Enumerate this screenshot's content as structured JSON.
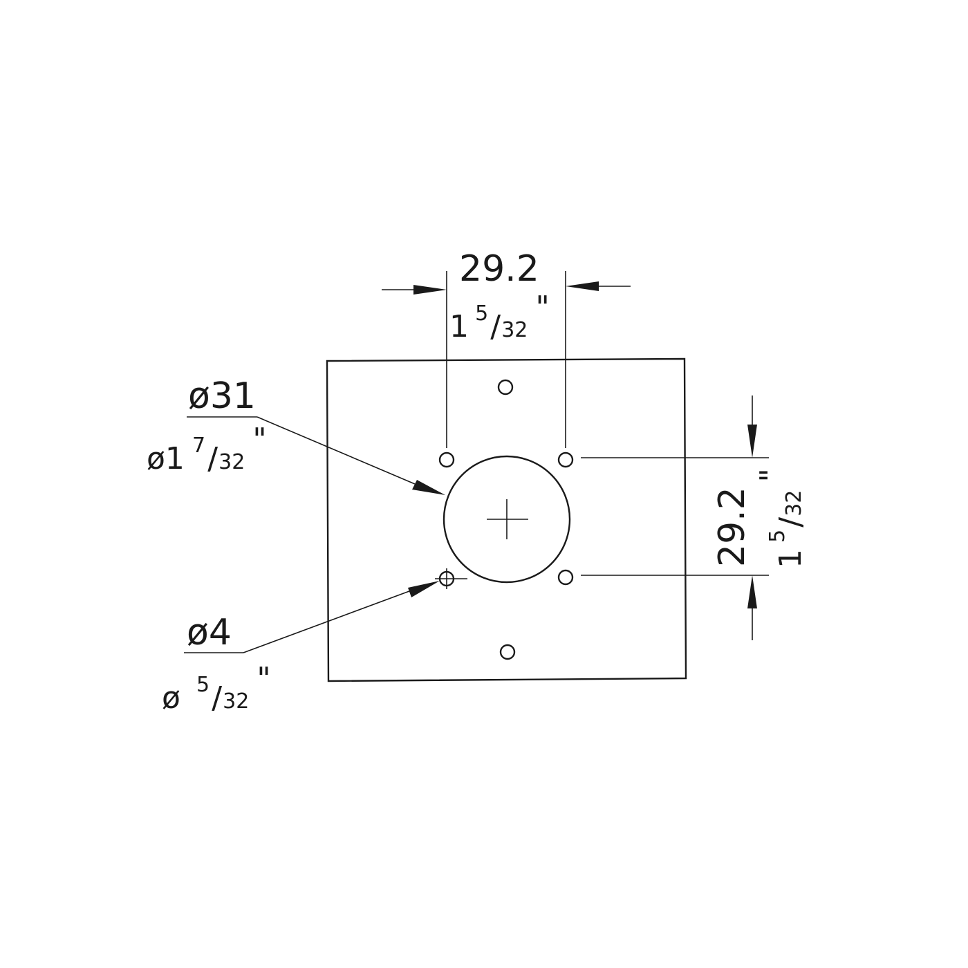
{
  "dimensions": {
    "top_width": {
      "metric": "29.2",
      "imperial_whole": "1",
      "imperial_num": "5",
      "imperial_den": "32",
      "inch_mark": "\""
    },
    "right_height": {
      "metric": "29.2",
      "imperial_whole": "1",
      "imperial_num": "5",
      "imperial_den": "32",
      "inch_mark": "\""
    },
    "big_hole": {
      "metric": "ø31",
      "imperial_prefix": "ø1",
      "imperial_num": "7",
      "imperial_den": "32",
      "inch_mark": "\""
    },
    "small_hole": {
      "metric": "ø4",
      "imperial_prefix": "ø",
      "imperial_num": "5",
      "imperial_den": "32",
      "inch_mark": "\""
    }
  },
  "colors": {
    "line": "#1a1a1a",
    "background": "#ffffff"
  }
}
